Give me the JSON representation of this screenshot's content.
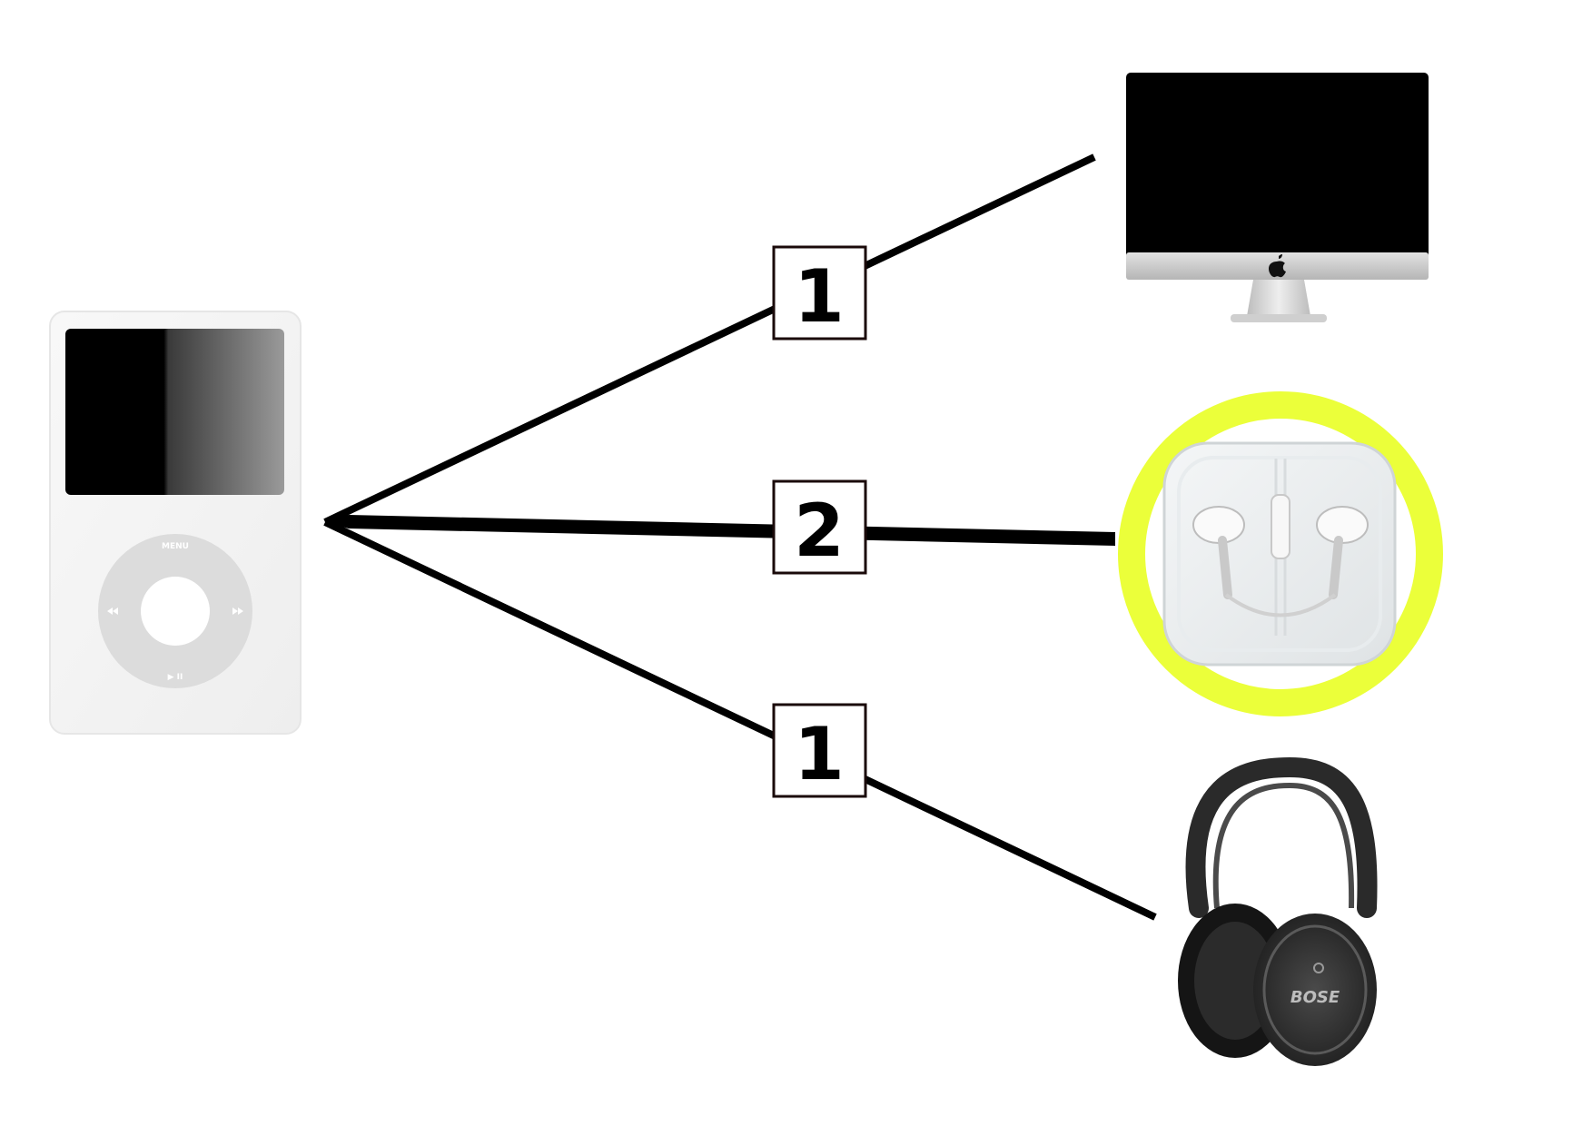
{
  "colors": {
    "background": "#ffffff",
    "edge": "#000000",
    "highlight_ring": "#ebff3a",
    "label_border": "#1a0a0a"
  },
  "nodes": {
    "source": {
      "icon": "ipod-icon",
      "wheel_menu": "MENU",
      "wheel_play": "▶ II"
    },
    "targets": [
      {
        "icon": "imac-icon",
        "highlighted": false
      },
      {
        "icon": "earphones-icon",
        "highlighted": true
      },
      {
        "icon": "headphones-icon",
        "highlighted": false,
        "brand": "BOSE"
      }
    ]
  },
  "edges": [
    {
      "label": "1",
      "weight": 1
    },
    {
      "label": "2",
      "weight": 2
    },
    {
      "label": "1",
      "weight": 1
    }
  ]
}
